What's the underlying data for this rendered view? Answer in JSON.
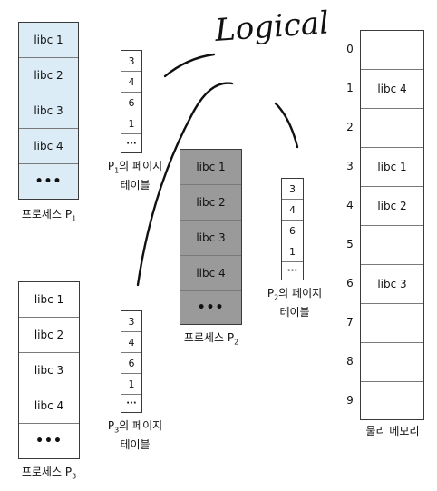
{
  "colors": {
    "p1_fill": "#dcecf7",
    "p2_fill": "#9a9a9a",
    "p3_fill": "#ffffff",
    "ink": "#111111"
  },
  "libs": [
    "libc 1",
    "libc 2",
    "libc 3",
    "libc 4"
  ],
  "dots": "•••",
  "pt_dots": "···",
  "page_table_values": [
    "3",
    "4",
    "6",
    "1"
  ],
  "process_prefix": "프로세스 P",
  "pt_suffix": "의 페이지",
  "pt_line2": "테이블",
  "p1_sub": "1",
  "p2_sub": "2",
  "p3_sub": "3",
  "physical_memory": {
    "label": "물리 메모리",
    "frames": [
      {
        "index": "0",
        "content": ""
      },
      {
        "index": "1",
        "content": "libc 4"
      },
      {
        "index": "2",
        "content": ""
      },
      {
        "index": "3",
        "content": "libc 1"
      },
      {
        "index": "4",
        "content": "libc 2"
      },
      {
        "index": "5",
        "content": ""
      },
      {
        "index": "6",
        "content": "libc 3"
      },
      {
        "index": "7",
        "content": ""
      },
      {
        "index": "8",
        "content": ""
      },
      {
        "index": "9",
        "content": ""
      }
    ]
  },
  "annotation": "Logical"
}
